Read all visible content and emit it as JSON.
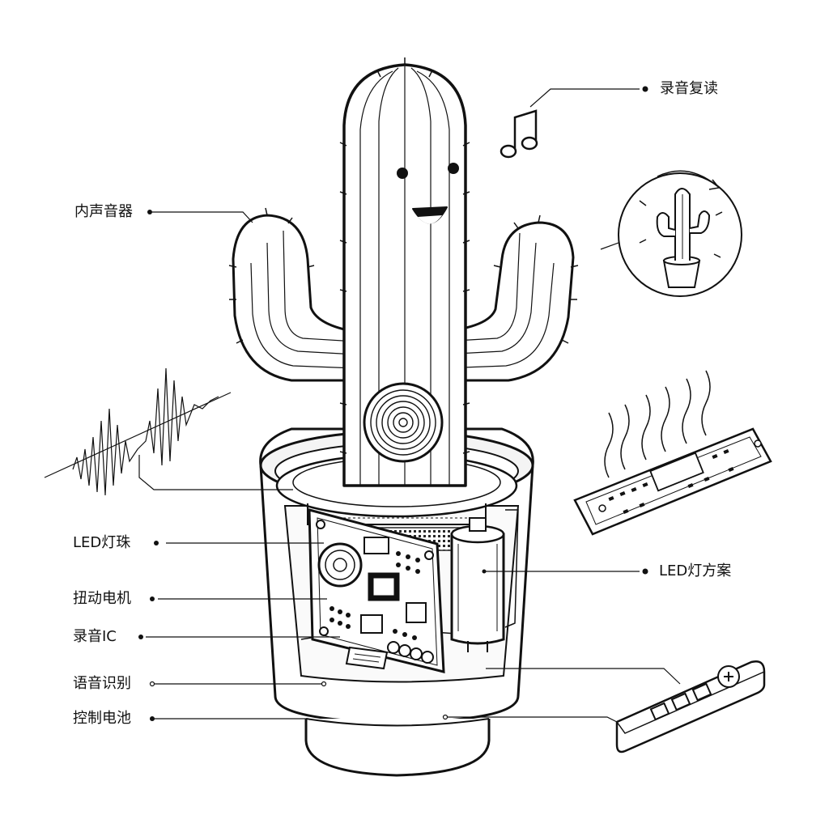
{
  "diagram": {
    "labels": {
      "recording_playback": "录音复读",
      "inner_speaker": "内声音器",
      "led_beads": "LED灯珠",
      "twist_motor": "扭动电机",
      "recording_ic": "录音IC",
      "voice_recognition": "语音识别",
      "control_battery": "控制电池",
      "led_scheme": "LED灯方案"
    },
    "colors": {
      "ink": "#111111",
      "paper": "#ffffff",
      "inner": "#f6f6f6"
    }
  }
}
